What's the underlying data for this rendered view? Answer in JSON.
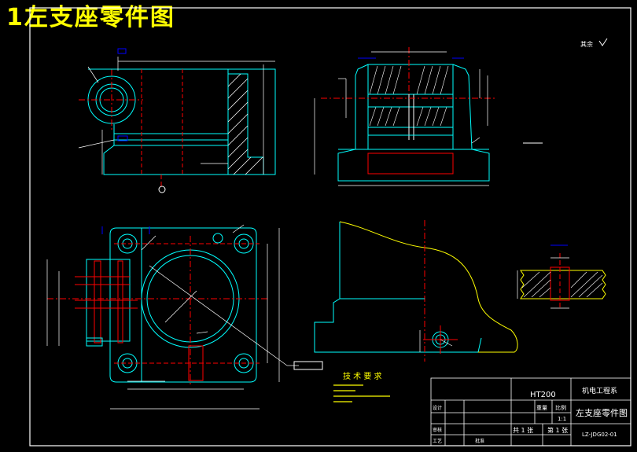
{
  "title": "1左支座零件图",
  "roughness_note": "其余",
  "tech_requirements": {
    "heading": "技 术 要 求"
  },
  "title_block": {
    "material": "HT200",
    "school": "机电工程系",
    "part_name": "左支座零件图",
    "drawing_no": "LZ-JDG02-01",
    "scale_label": "比例",
    "weight_label": "重量",
    "scale_value": "1:1",
    "sheets_total": "共 1 张",
    "sheet_no": "第 1 张",
    "designer_label": "设计",
    "review_label": "审核",
    "process_label": "工艺",
    "approve_label": "批准"
  },
  "colors": {
    "background": "#000000",
    "outline": "#00ffff",
    "hidden": "#ff0000",
    "center": "#ff0000",
    "dimension": "#ffffff",
    "hatch": "#ffffff",
    "curve": "#ffff00",
    "leader": "#0000ff",
    "title": "#ffff00"
  }
}
